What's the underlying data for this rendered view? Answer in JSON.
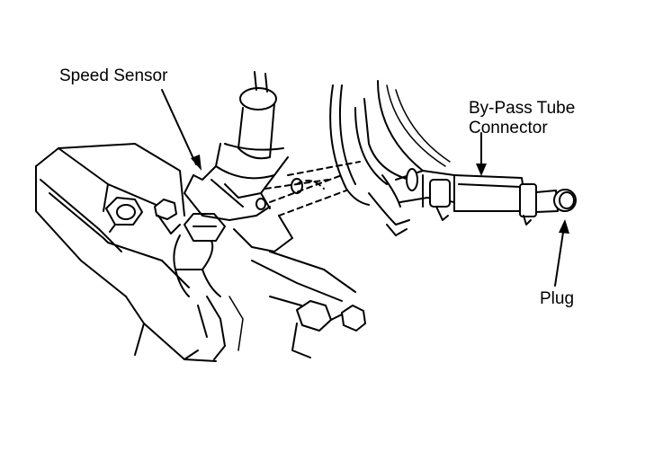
{
  "diagram": {
    "labels": {
      "speed_sensor": "Speed Sensor",
      "bypass_line1": "By-Pass Tube",
      "bypass_line2": "Connector",
      "plug": "Plug"
    },
    "colors": {
      "ink": "#000000",
      "paper": "#ffffff"
    }
  }
}
